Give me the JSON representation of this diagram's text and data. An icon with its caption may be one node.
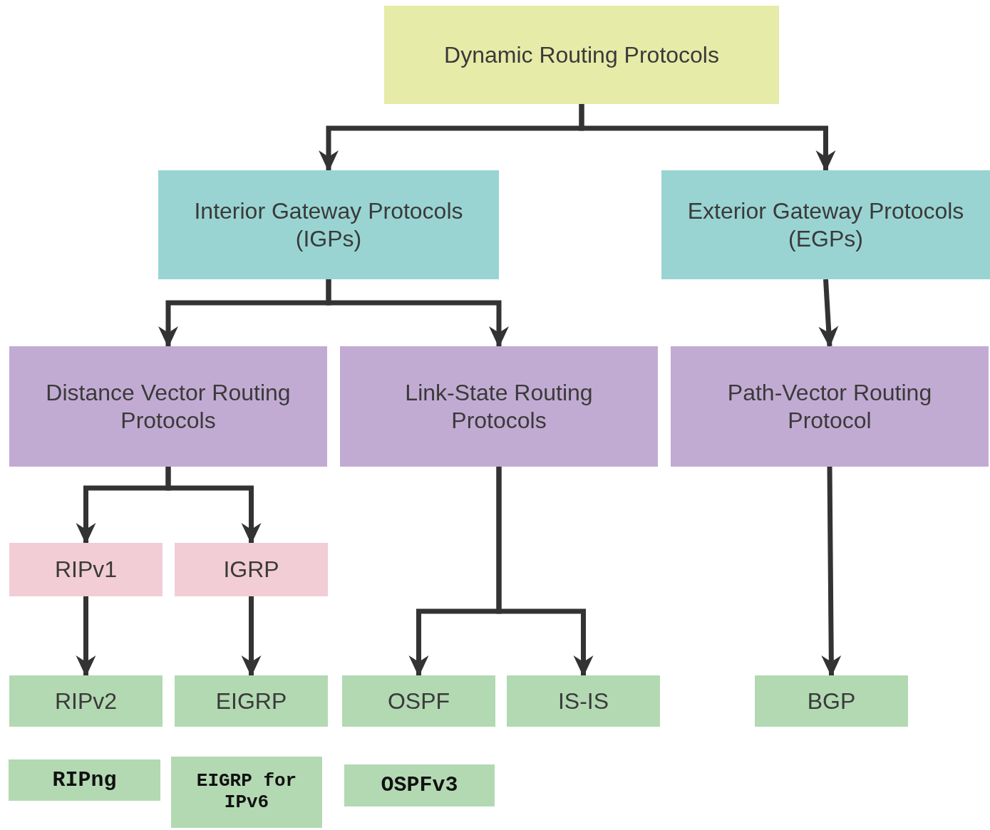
{
  "diagram": {
    "nodes": [
      {
        "text": [
          "Dynamic Routing Protocols"
        ]
      },
      {
        "text": [
          "Interior Gateway Protocols (IGPs)"
        ]
      },
      {
        "text": [
          "Exterior Gateway Protocols (EGPs)"
        ]
      },
      {
        "text": [
          "Distance Vector Routing Protocols"
        ]
      },
      {
        "text": [
          "Link-State Routing Protocols"
        ]
      },
      {
        "text": [
          "Path-Vector Routing Protocol"
        ]
      },
      {
        "text": [
          "RIPv1"
        ]
      },
      {
        "text": [
          "IGRP"
        ]
      },
      {
        "text": [
          "RIPv2"
        ]
      },
      {
        "text": [
          "EIGRP"
        ]
      },
      {
        "text": [
          "OSPF"
        ]
      },
      {
        "text": [
          "IS-IS"
        ]
      },
      {
        "text": [
          "BGP"
        ]
      },
      {
        "text": [
          "RIPng"
        ]
      },
      {
        "text": [
          "EIGRP for IPv6"
        ]
      },
      {
        "text": [
          "OSPFv3"
        ]
      }
    ],
    "edges": [
      {
        "from": 0,
        "to": 1,
        "arrow": "to"
      },
      {
        "from": 0,
        "to": 2,
        "arrow": "to"
      },
      {
        "from": 1,
        "to": 3,
        "arrow": "to"
      },
      {
        "from": 1,
        "to": 4,
        "arrow": "to"
      },
      {
        "from": 2,
        "to": 5,
        "arrow": "to"
      },
      {
        "from": 3,
        "to": 6,
        "arrow": "to"
      },
      {
        "from": 3,
        "to": 7,
        "arrow": "to"
      },
      {
        "from": 6,
        "to": 8,
        "arrow": "to"
      },
      {
        "from": 7,
        "to": 9,
        "arrow": "to"
      },
      {
        "from": 4,
        "to": 10,
        "arrow": "to"
      },
      {
        "from": 4,
        "to": 11,
        "arrow": "to"
      },
      {
        "from": 5,
        "to": 12,
        "arrow": "to"
      }
    ]
  }
}
